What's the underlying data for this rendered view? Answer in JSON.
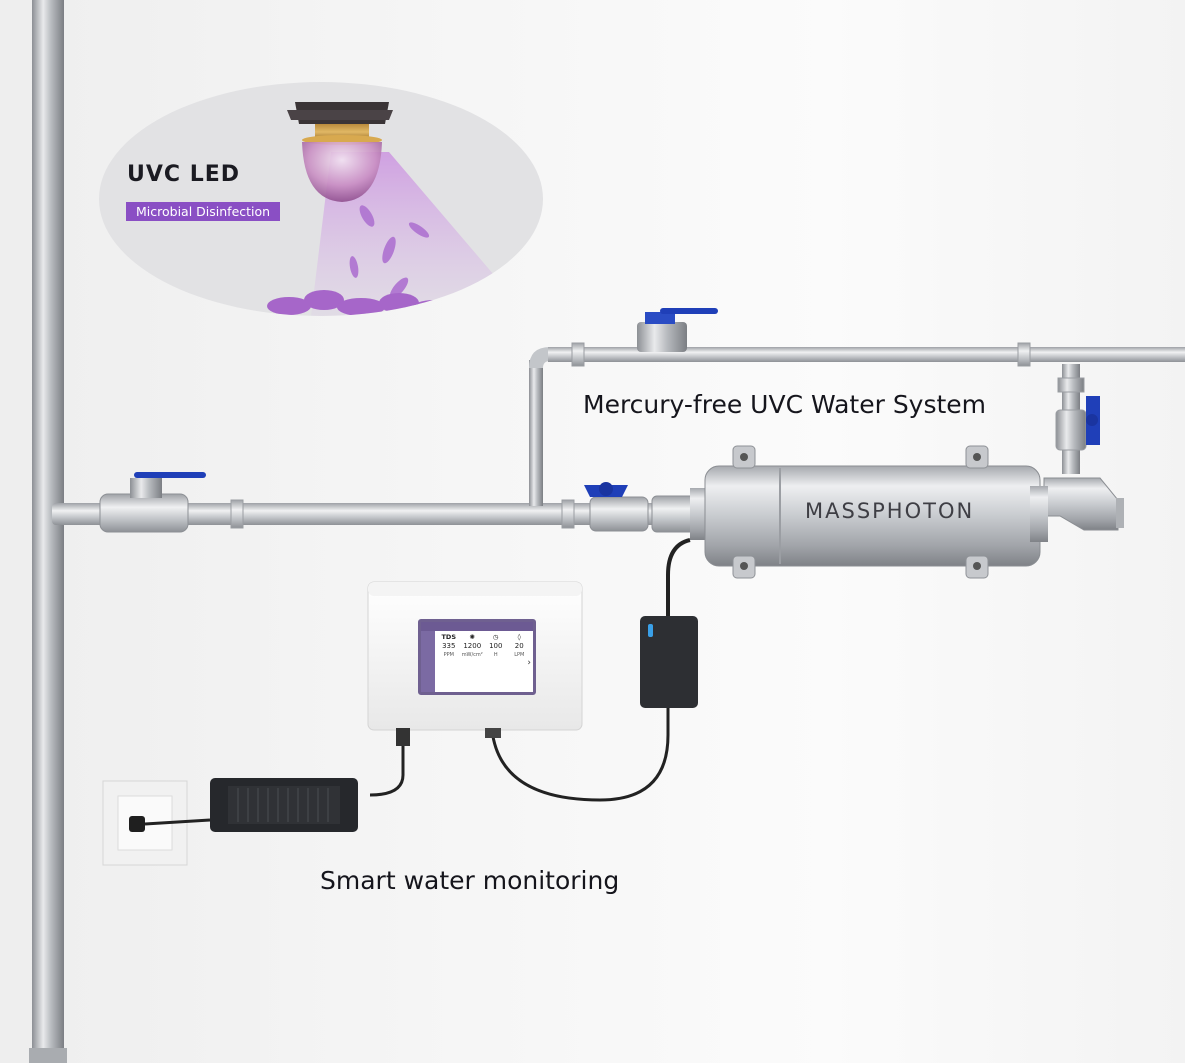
{
  "callout": {
    "title": "UVC LED",
    "badge": "Microbial Disinfection"
  },
  "captions": {
    "system": "Mercury-free UVC Water System",
    "monitoring": "Smart water monitoring"
  },
  "device": {
    "brand": "MASSPHOTON"
  },
  "monitor_screen": {
    "metrics": [
      {
        "label": "TDS",
        "value": "335",
        "unit": "PPM"
      },
      {
        "label": "",
        "value": "1200",
        "unit": "mW/cm²"
      },
      {
        "label": "",
        "value": "100",
        "unit": "H"
      },
      {
        "label": "",
        "value": "20",
        "unit": "LPM"
      }
    ],
    "next_icon": "chevron-right-icon"
  },
  "colors": {
    "accent_purple": "#8a4fc4",
    "valve_blue": "#1f3fb8",
    "steel": "#c9ccd0"
  }
}
